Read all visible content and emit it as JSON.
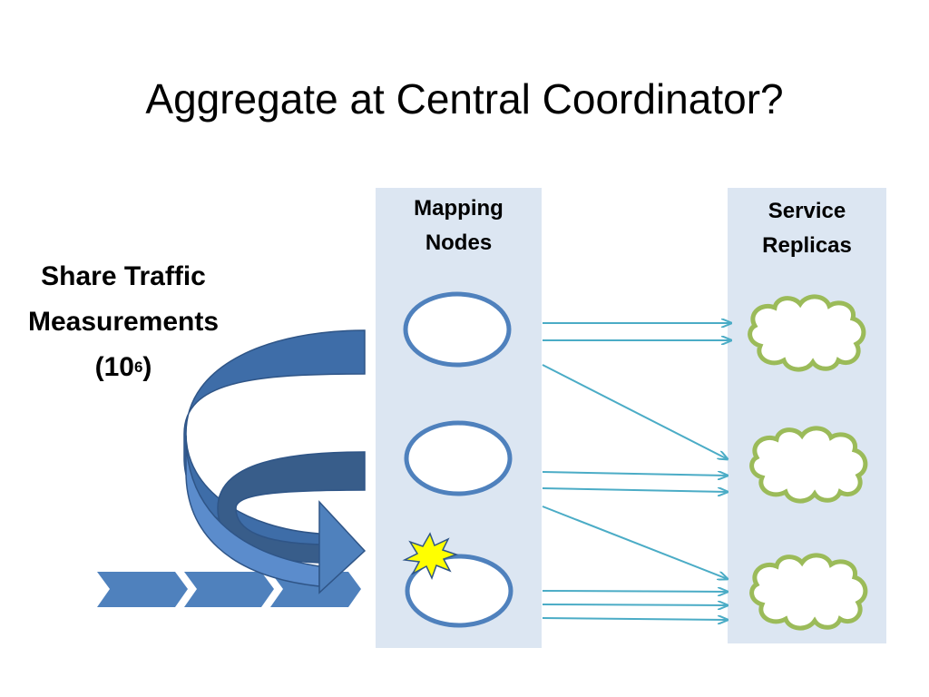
{
  "title": "Aggregate at Central Coordinator?",
  "mapping_nodes": {
    "label_line1": "Mapping",
    "label_line2": "Nodes",
    "count": 3,
    "failed_node_index": 2
  },
  "service_replicas": {
    "label_line1": "Service",
    "label_line2": "Replicas",
    "count": 3
  },
  "traffic_label": {
    "line1": "Share Traffic",
    "line2": "Measurements",
    "line3_prefix": "(10",
    "line3_exponent": "6",
    "line3_suffix": ")"
  },
  "colors": {
    "panel": "#dce6f2",
    "node_stroke": "#4f81bd",
    "replica_stroke": "#9bbb59",
    "arrow": "#4bacc6",
    "big_arrow": "#4f81bd",
    "big_arrow_dark": "#385d8a",
    "burst": "#ffff00"
  },
  "icons": {
    "failure": "explosion-burst-icon",
    "replica": "cloud-icon",
    "node": "ellipse-node-icon"
  }
}
